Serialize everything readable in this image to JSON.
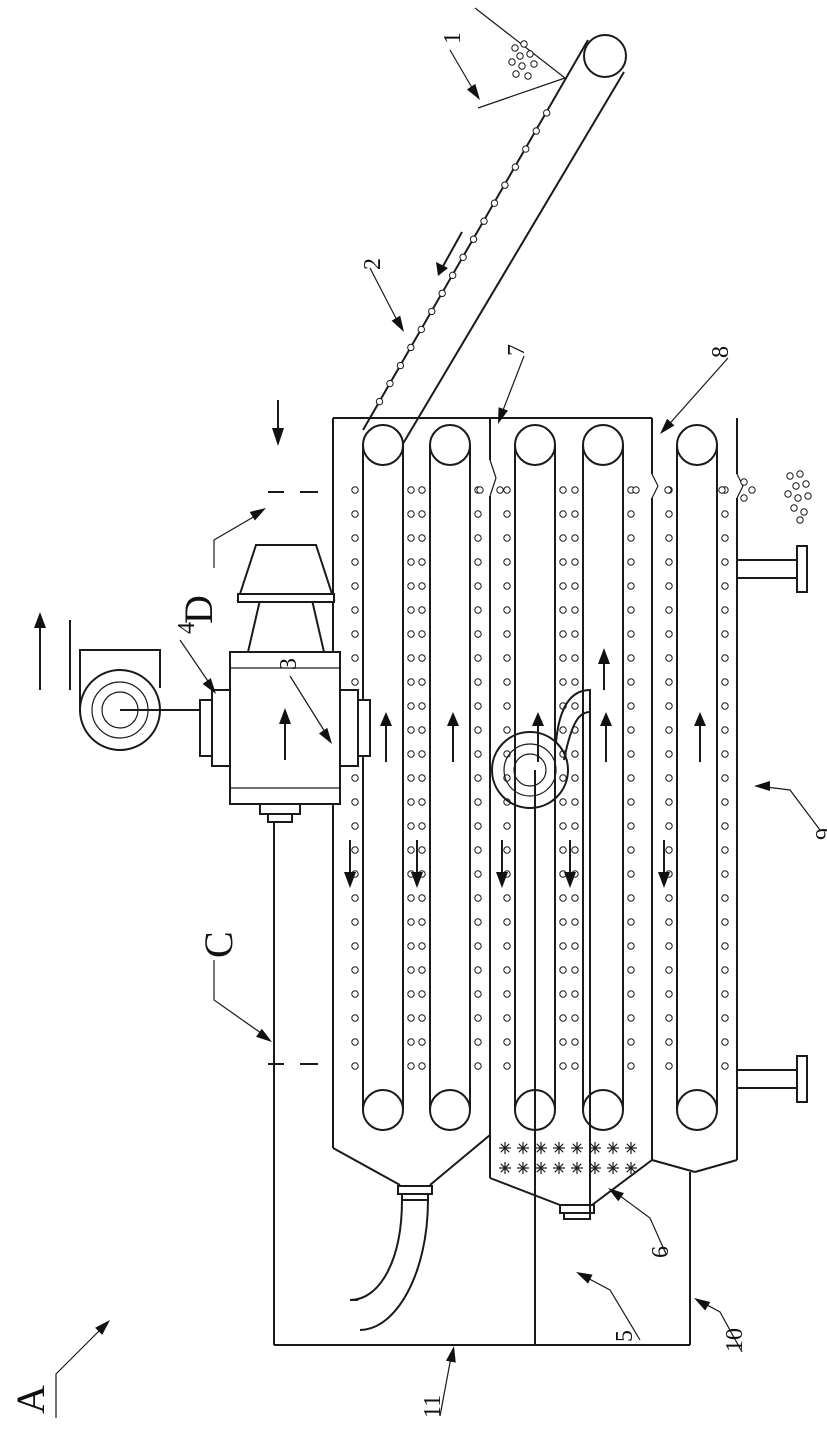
{
  "labels": {
    "n1": "1",
    "n2": "2",
    "n3": "3",
    "n4": "4",
    "n5": "5",
    "n6": "6",
    "n7": "7",
    "n8": "8",
    "n9": "9",
    "n10": "10",
    "n11": "11",
    "a": "A",
    "c": "C",
    "d": "D"
  }
}
